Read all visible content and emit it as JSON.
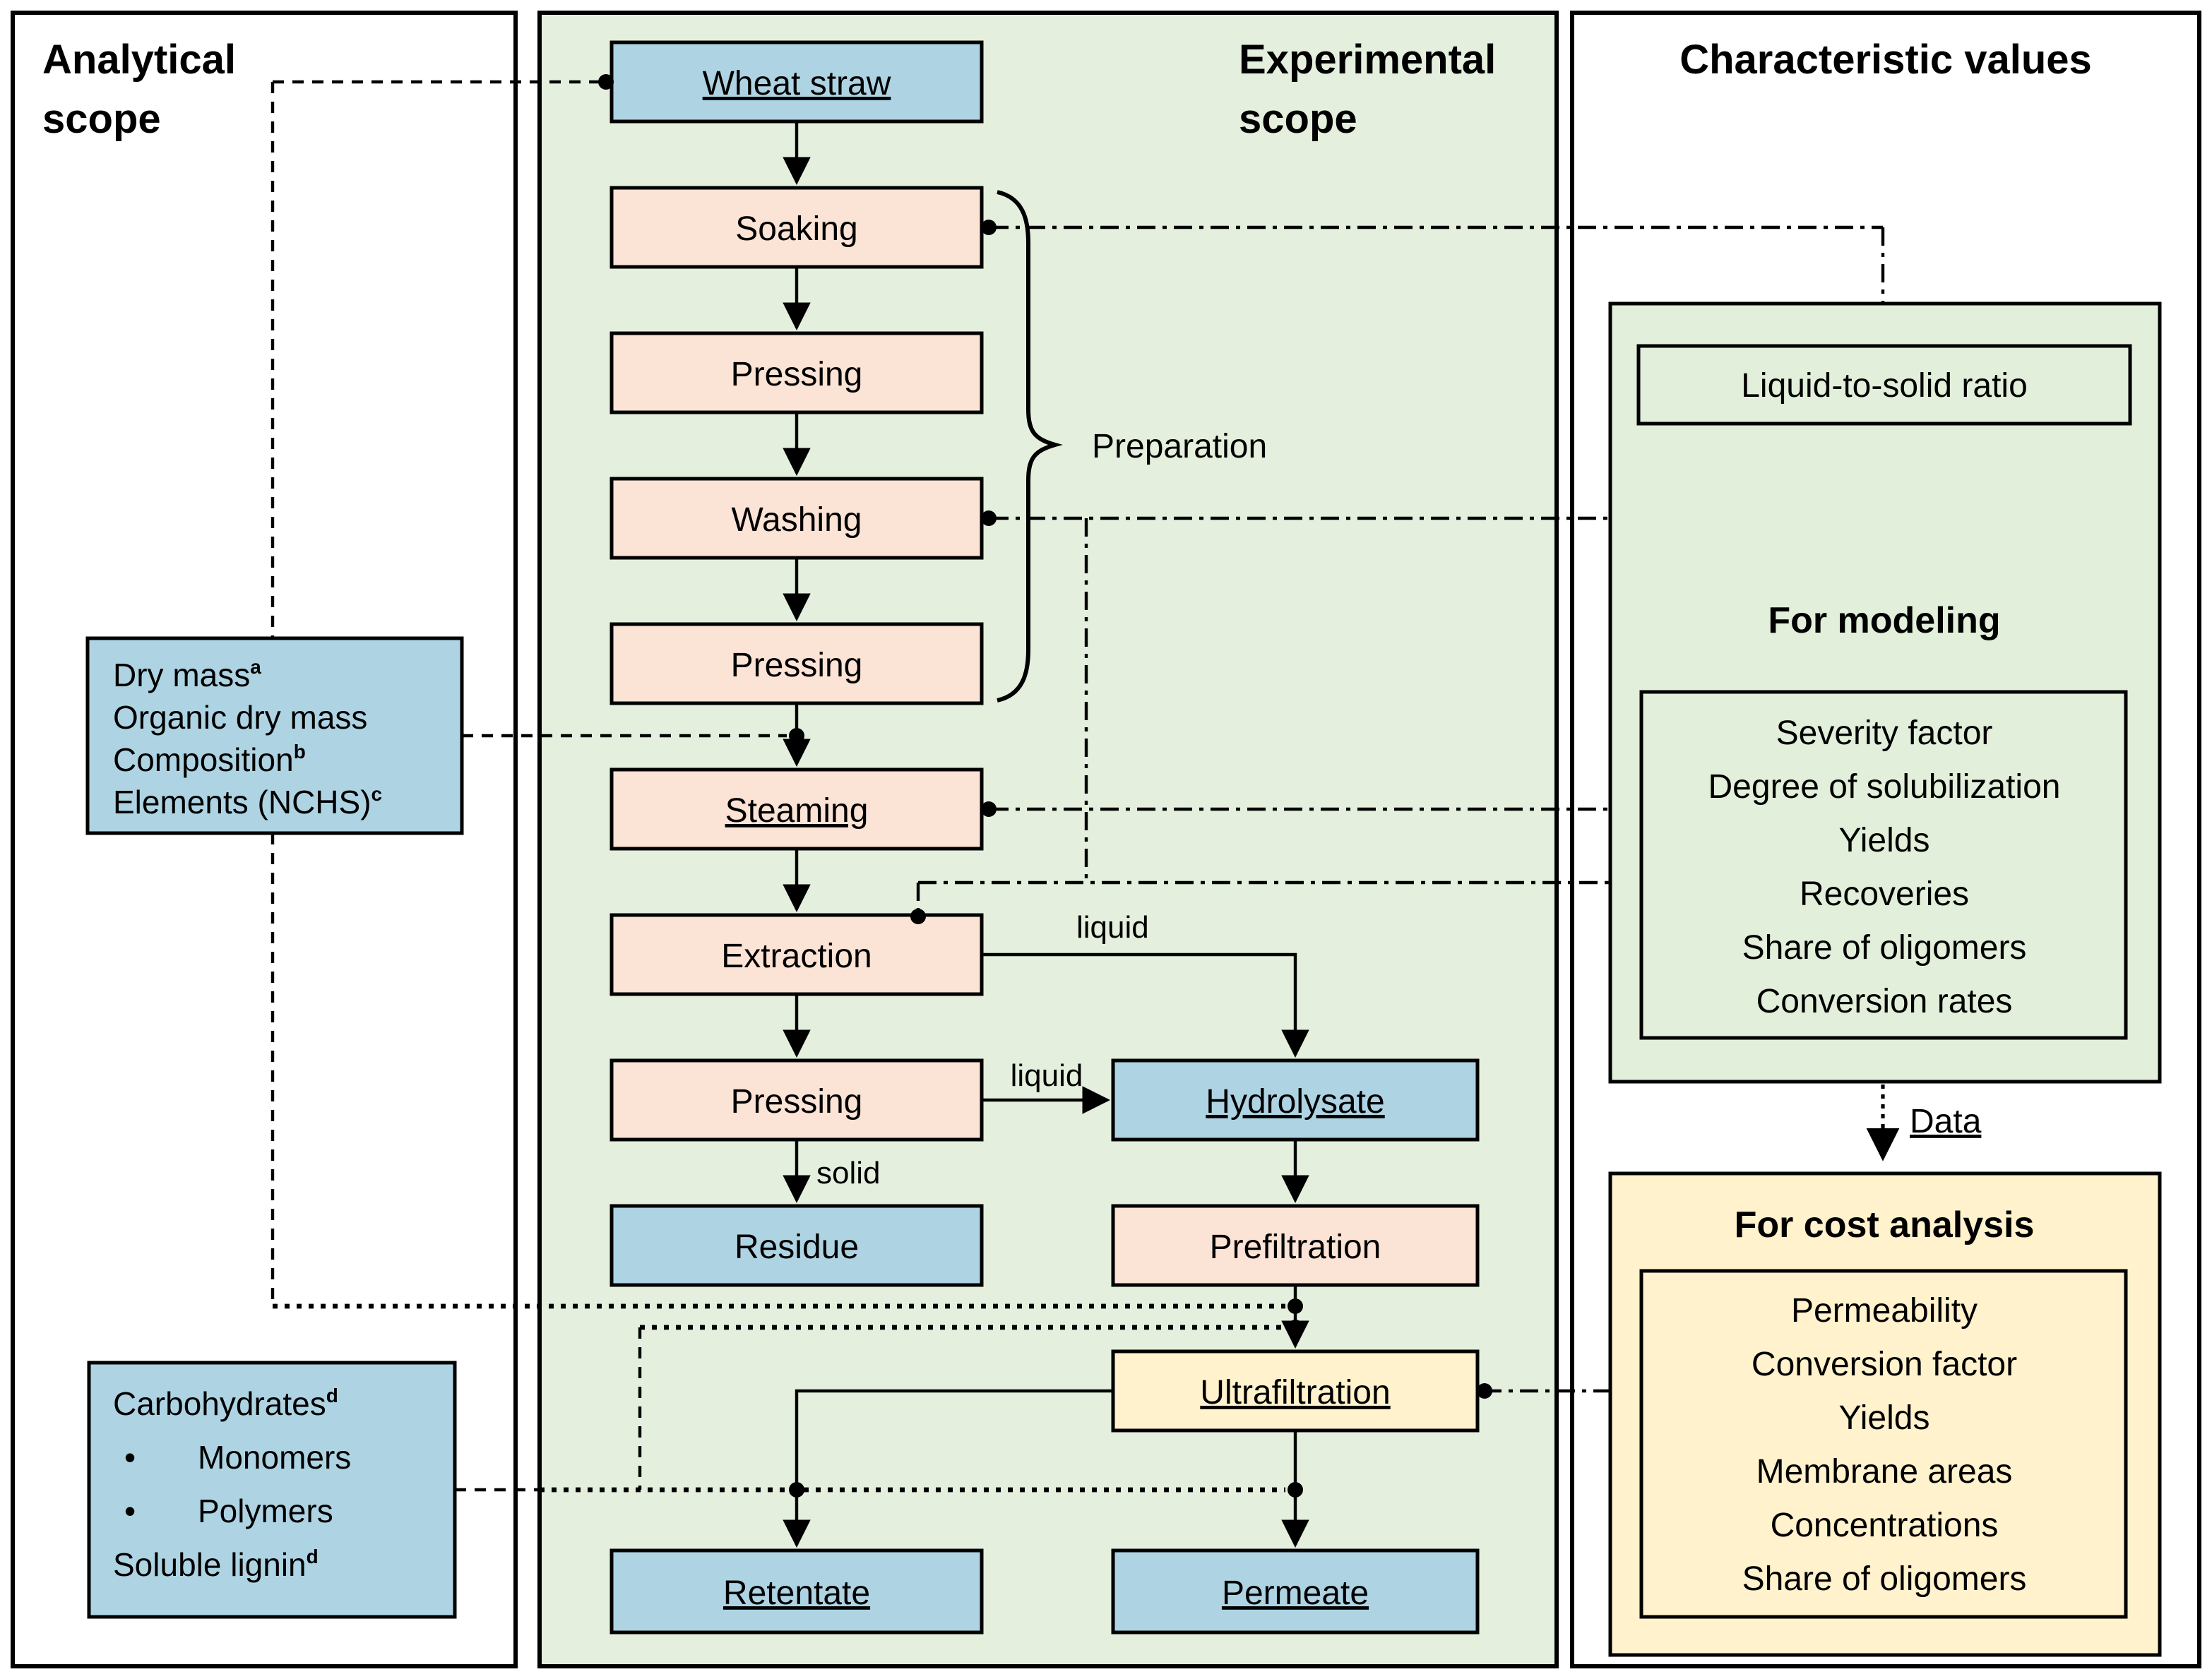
{
  "panels": {
    "analytical": {
      "title_line1": "Analytical",
      "title_line2": "scope"
    },
    "experimental": {
      "title_line1": "Experimental",
      "title_line2": "scope"
    },
    "characteristic": {
      "title": "Characteristic values"
    }
  },
  "flow": {
    "wheat_straw": "Wheat straw",
    "soaking": "Soaking",
    "pressing1": "Pressing",
    "washing": "Washing",
    "pressing2": "Pressing",
    "steaming": "Steaming",
    "extraction": "Extraction",
    "pressing3": "Pressing",
    "residue": "Residue",
    "hydrolysate": "Hydrolysate",
    "prefiltration": "Prefiltration",
    "ultrafiltration": "Ultrafiltration",
    "retentate": "Retentate",
    "permeate": "Permeate"
  },
  "labels": {
    "preparation": "Preparation",
    "liquid_extraction": "liquid",
    "liquid_pressing": "liquid",
    "solid": "solid",
    "data": "Data"
  },
  "analytical_boxes": {
    "box1": {
      "line1": "Dry mass",
      "line1_sup": "a",
      "line2": "Organic dry mass",
      "line3": "Composition",
      "line3_sup": "b",
      "line4": "Elements (NCHS)",
      "line4_sup": "c"
    },
    "box2": {
      "line1": "Carbohydrates",
      "line1_sup": "d",
      "bullet_char": "•",
      "bullet1": "Monomers",
      "bullet2": "Polymers",
      "line4": "Soluble lignin",
      "line4_sup": "d"
    }
  },
  "characteristic_boxes": {
    "liquid_to_solid": "Liquid-to-solid ratio",
    "modeling": {
      "title": "For modeling",
      "items": [
        "Severity factor",
        "Degree of solubilization",
        "Yields",
        "Recoveries",
        "Share of oligomers",
        "Conversion rates"
      ]
    },
    "cost": {
      "title": "For cost analysis",
      "items": [
        "Permeability",
        "Conversion factor",
        "Yields",
        "Membrane areas",
        "Concentrations",
        "Share of oligomers"
      ]
    }
  },
  "colors": {
    "box_blue": "#aed4e4",
    "box_peach": "#fbe3d5",
    "box_yellow": "#fff2cc",
    "panel_green": "#e4f0dd",
    "container_green": "#e2efda",
    "white": "#ffffff"
  }
}
